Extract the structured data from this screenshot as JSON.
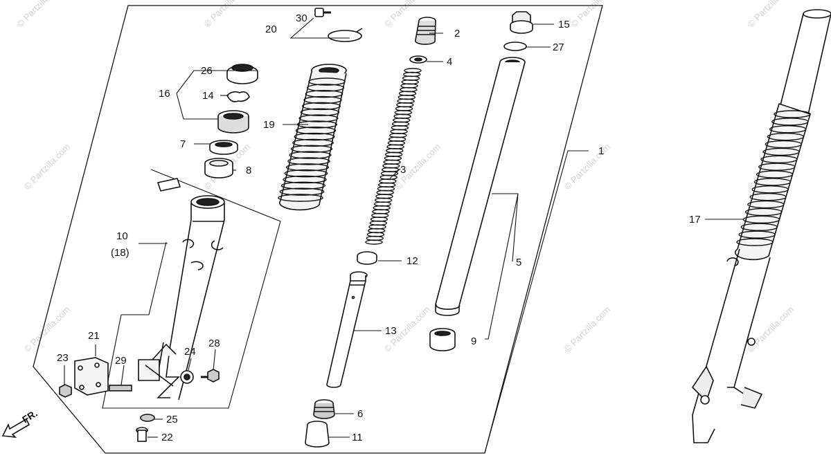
{
  "diagram": {
    "watermark": "© Partzilla.com",
    "direction_label": "FR.",
    "callouts": [
      {
        "id": "c1",
        "label": "1"
      },
      {
        "id": "c2",
        "label": "2"
      },
      {
        "id": "c3",
        "label": "3"
      },
      {
        "id": "c4",
        "label": "4"
      },
      {
        "id": "c5",
        "label": "5"
      },
      {
        "id": "c6",
        "label": "6"
      },
      {
        "id": "c7",
        "label": "7"
      },
      {
        "id": "c8",
        "label": "8"
      },
      {
        "id": "c9",
        "label": "9"
      },
      {
        "id": "c10",
        "label": "10"
      },
      {
        "id": "c18",
        "label": "(18)"
      },
      {
        "id": "c11",
        "label": "11"
      },
      {
        "id": "c12",
        "label": "12"
      },
      {
        "id": "c13",
        "label": "13"
      },
      {
        "id": "c14",
        "label": "14"
      },
      {
        "id": "c15",
        "label": "15"
      },
      {
        "id": "c16",
        "label": "16"
      },
      {
        "id": "c17",
        "label": "17"
      },
      {
        "id": "c19",
        "label": "19"
      },
      {
        "id": "c20",
        "label": "20"
      },
      {
        "id": "c21",
        "label": "21"
      },
      {
        "id": "c22",
        "label": "22"
      },
      {
        "id": "c23",
        "label": "23"
      },
      {
        "id": "c24",
        "label": "24"
      },
      {
        "id": "c25",
        "label": "25"
      },
      {
        "id": "c26",
        "label": "26"
      },
      {
        "id": "c27",
        "label": "27"
      },
      {
        "id": "c28",
        "label": "28"
      },
      {
        "id": "c29",
        "label": "29"
      },
      {
        "id": "c30",
        "label": "30"
      }
    ]
  }
}
